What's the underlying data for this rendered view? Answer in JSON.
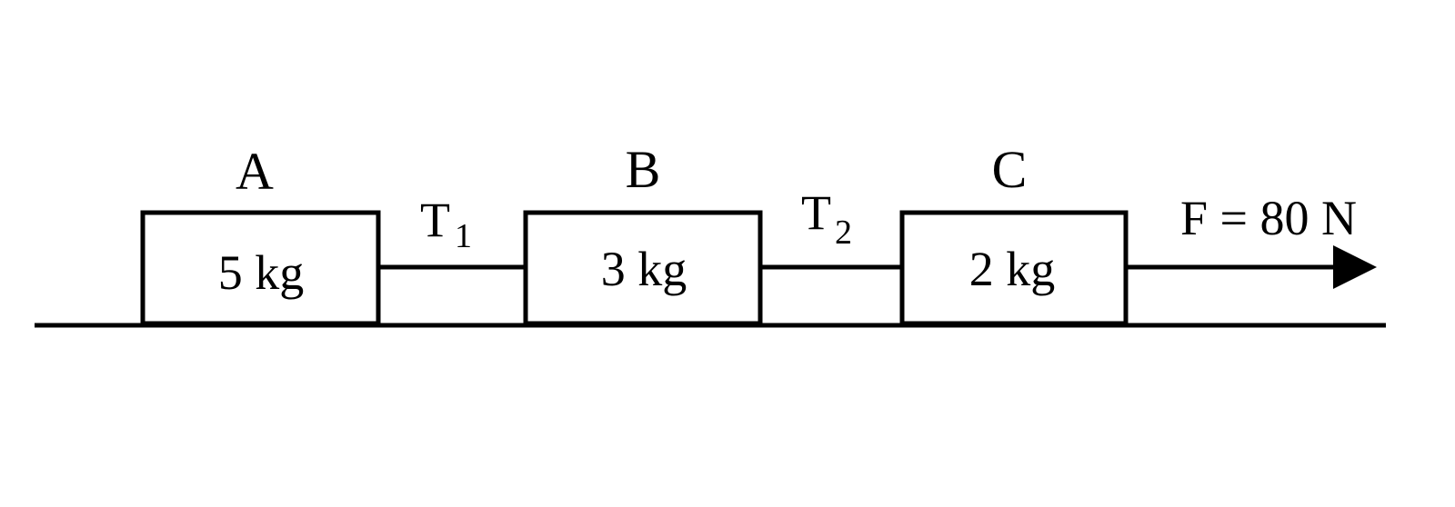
{
  "blocks": [
    {
      "label": "A",
      "mass": "5 kg"
    },
    {
      "label": "B",
      "mass": "3 kg"
    },
    {
      "label": "C",
      "mass": "2 kg"
    }
  ],
  "tensions": [
    {
      "symbol": "T",
      "subscript": "1"
    },
    {
      "symbol": "T",
      "subscript": "2"
    }
  ],
  "force": {
    "label": "F = 80 N"
  },
  "colors": {
    "ink": "#000000",
    "background": "#ffffff"
  }
}
